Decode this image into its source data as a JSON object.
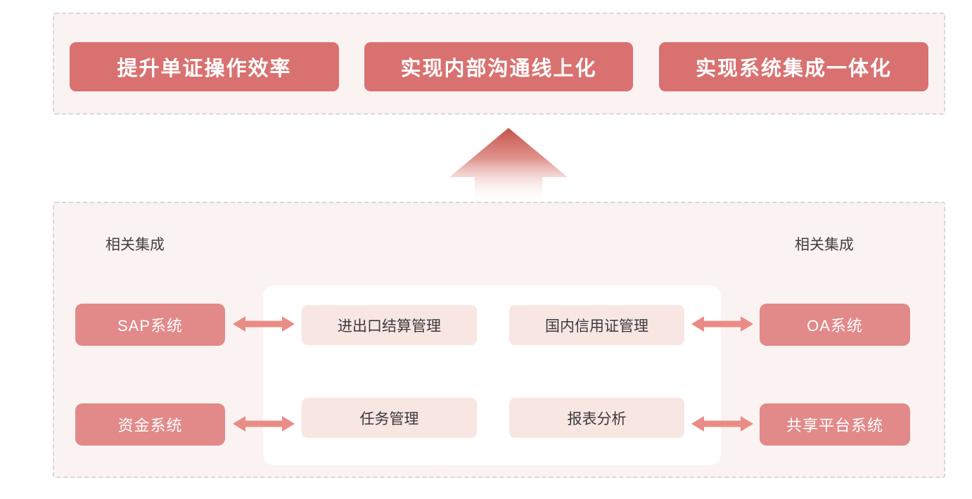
{
  "colors": {
    "goal_button_bg": "#d97170",
    "system_box_bg": "#e28989",
    "module_box_bg": "#f8e6e3",
    "container_bg": "#fbf3f2",
    "dashed_border": "#d8d8d8",
    "double_arrow": "#ea8c86",
    "up_arrow_top": "#c4524a",
    "text_dark": "#3b3b3b",
    "text_light": "#ffffff"
  },
  "goals": {
    "items": [
      {
        "label": "提升单证操作效率"
      },
      {
        "label": "实现内部沟通线上化"
      },
      {
        "label": "实现系统集成一体化"
      }
    ]
  },
  "integration": {
    "left_label": "相关集成",
    "right_label": "相关集成",
    "left_systems": [
      {
        "label": "SAP系统"
      },
      {
        "label": "资金系统"
      }
    ],
    "right_systems": [
      {
        "label": "OA系统"
      },
      {
        "label": "共享平台系统"
      }
    ],
    "modules": [
      {
        "label": "进出口结算管理"
      },
      {
        "label": "国内信用证管理"
      },
      {
        "label": "任务管理"
      },
      {
        "label": "报表分析"
      }
    ]
  }
}
